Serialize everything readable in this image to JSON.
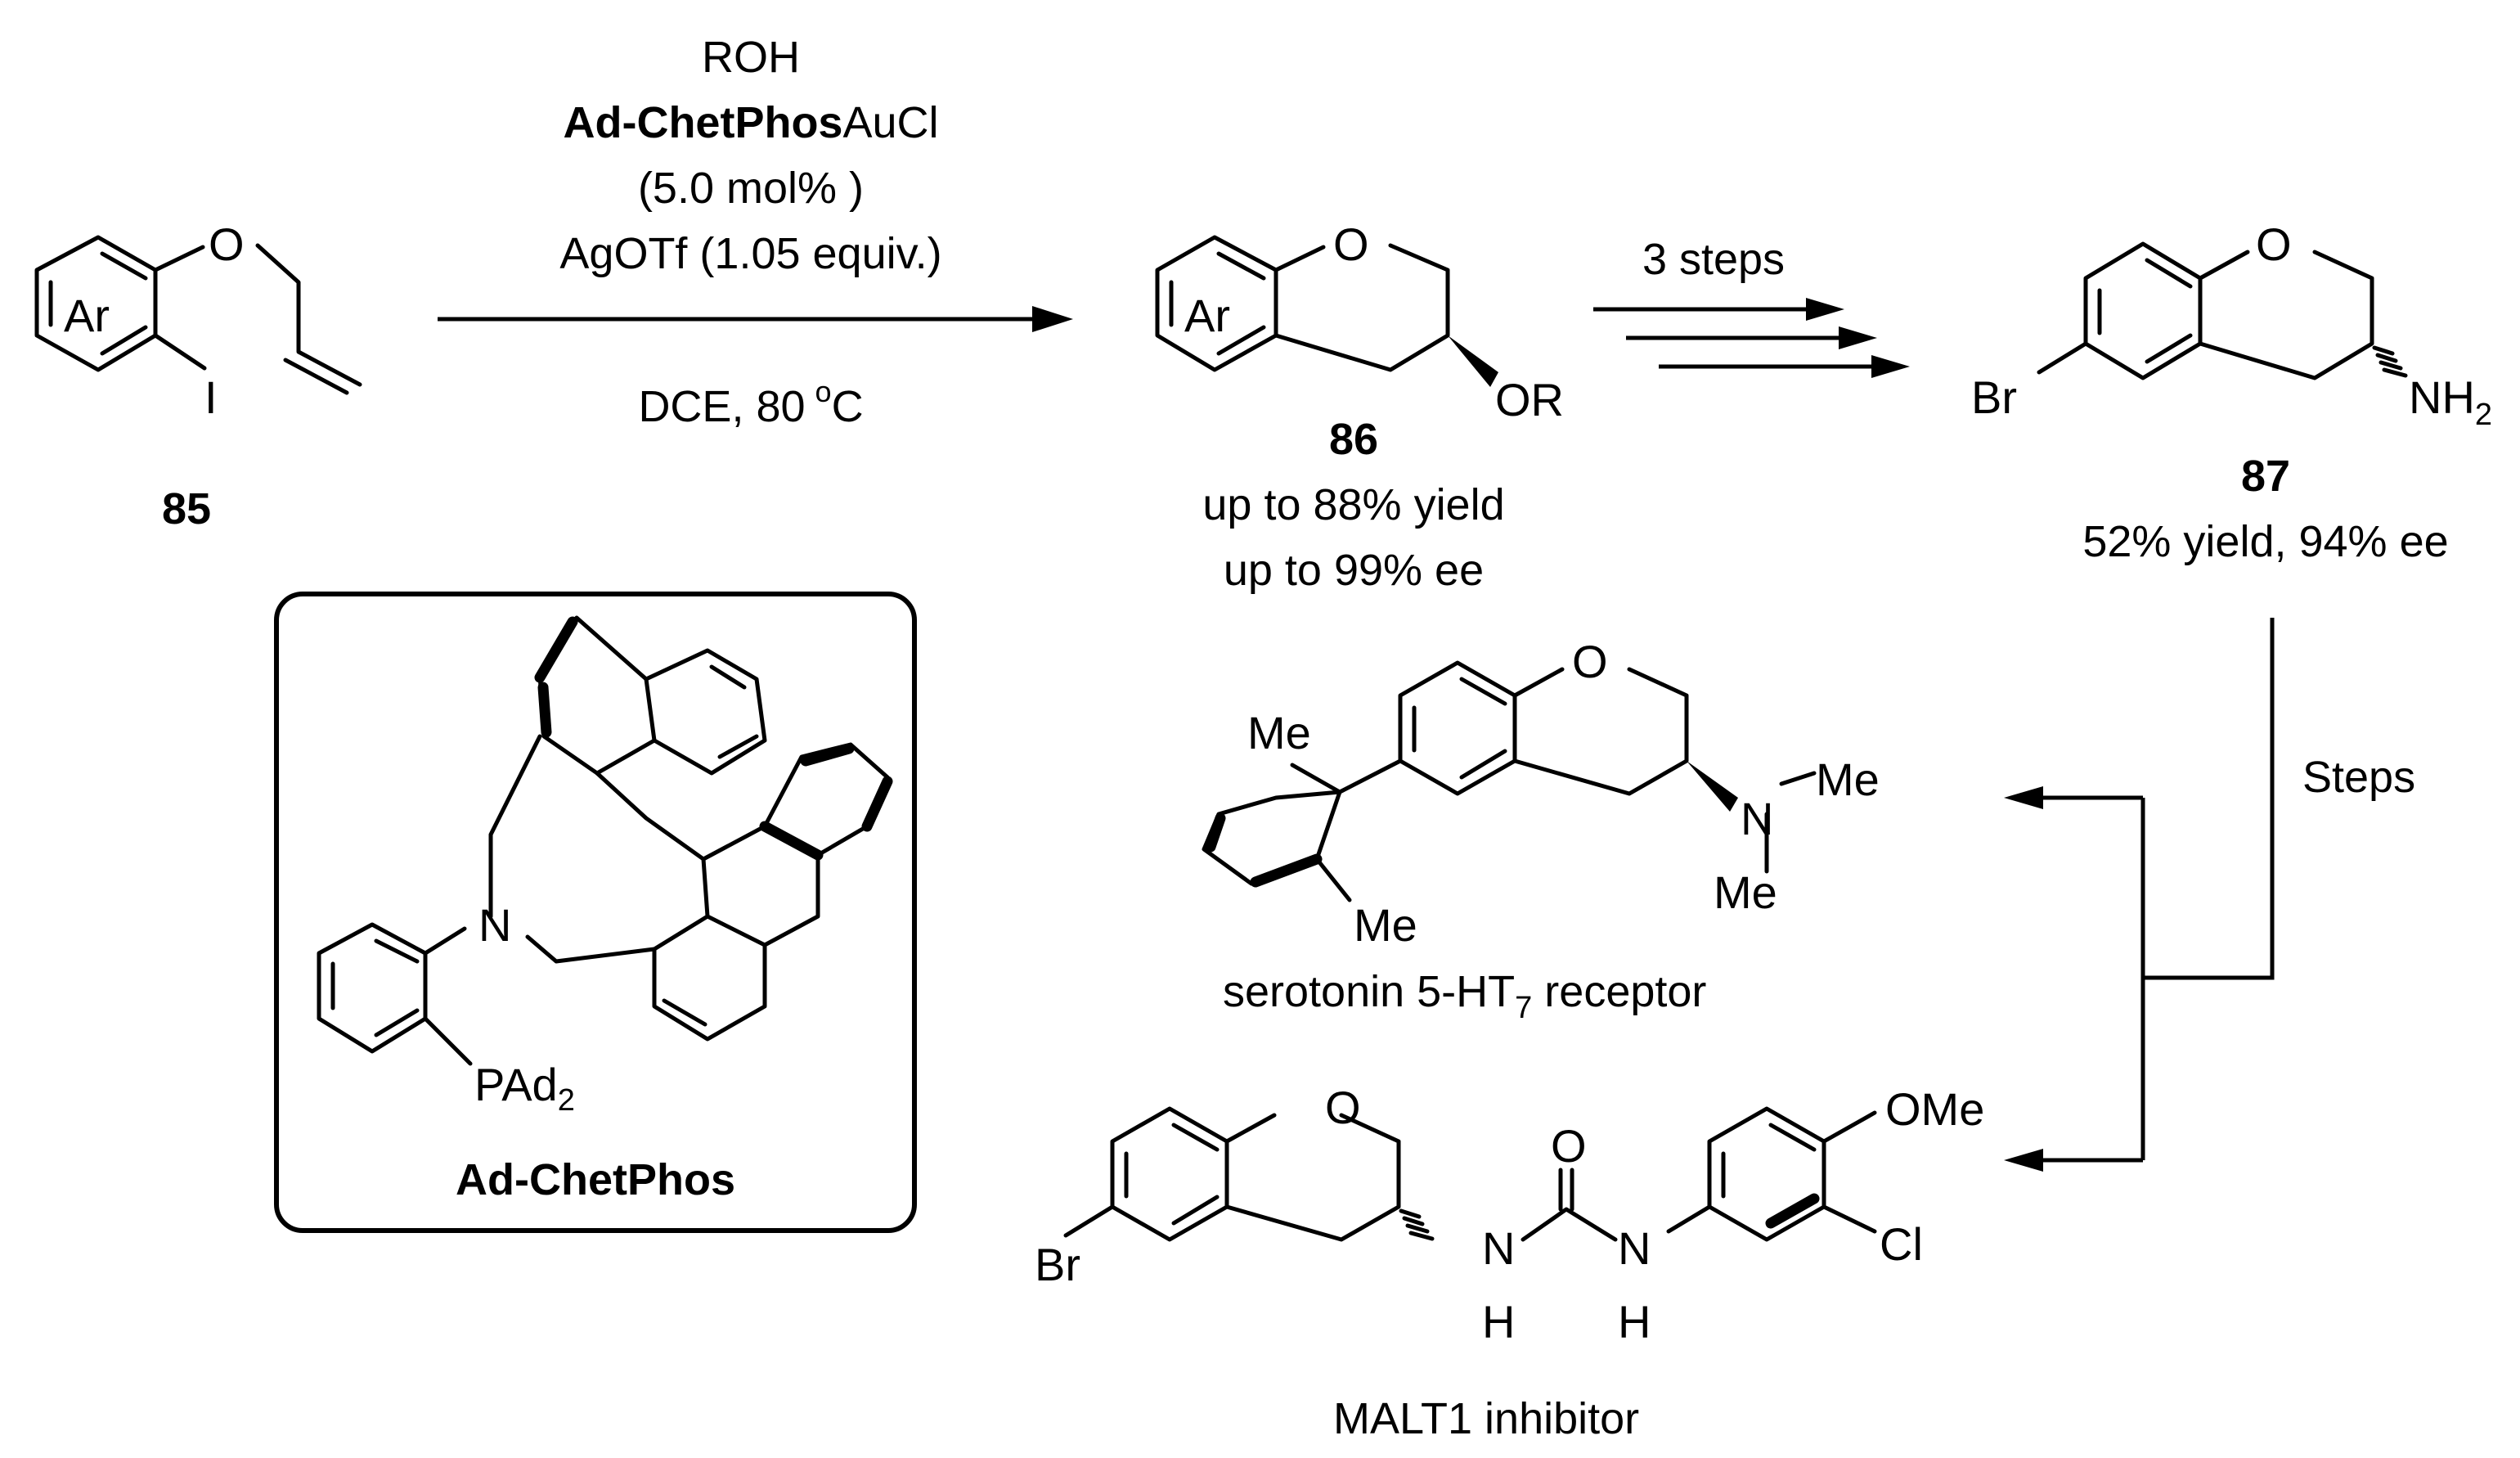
{
  "reaction": {
    "reagent_1": "ROH",
    "catalyst_bold": "Ad-ChetPhos",
    "catalyst_suffix": "AuCl",
    "loading": "(5.0 mol% )",
    "additive": "AgOTf (1.05 equiv.)",
    "solvent": "DCE, 80",
    "degree": "o",
    "unit": "C"
  },
  "compound_85": {
    "id": "85",
    "ring_label": "Ar",
    "o_atom": "O",
    "i_atom": "I"
  },
  "compound_86": {
    "id": "86",
    "ring_label": "Ar",
    "o_atom": "O",
    "or_group": "OR",
    "yield": "up to 88% yield",
    "ee": "up to 99% ee"
  },
  "step_label": "3 steps",
  "compound_87": {
    "id": "87",
    "br_atom": "Br",
    "o_atom": "O",
    "nh_main": "NH",
    "nh_sub": "2",
    "result": "52% yield, 94% ee"
  },
  "catalyst_box": {
    "n_atom": "N",
    "p_main": "PAd",
    "p_sub": "2",
    "name": "Ad-ChetPhos"
  },
  "branch_label": "Steps",
  "serotonin": {
    "me_top": "Me",
    "me_bottom": "Me",
    "o_atom": "O",
    "n_atom": "N",
    "nme_top": "Me",
    "nme_bottom": "Me",
    "caption_pre": "serotonin 5-HT",
    "caption_sub": "7",
    "caption_post": " receptor"
  },
  "malt1": {
    "br_atom": "Br",
    "o_ring": "O",
    "o_carbonyl": "O",
    "n1": "N",
    "h1": "H",
    "n2": "N",
    "h2": "H",
    "ome": "OMe",
    "cl": "Cl",
    "caption": "MALT1 inhibitor"
  }
}
